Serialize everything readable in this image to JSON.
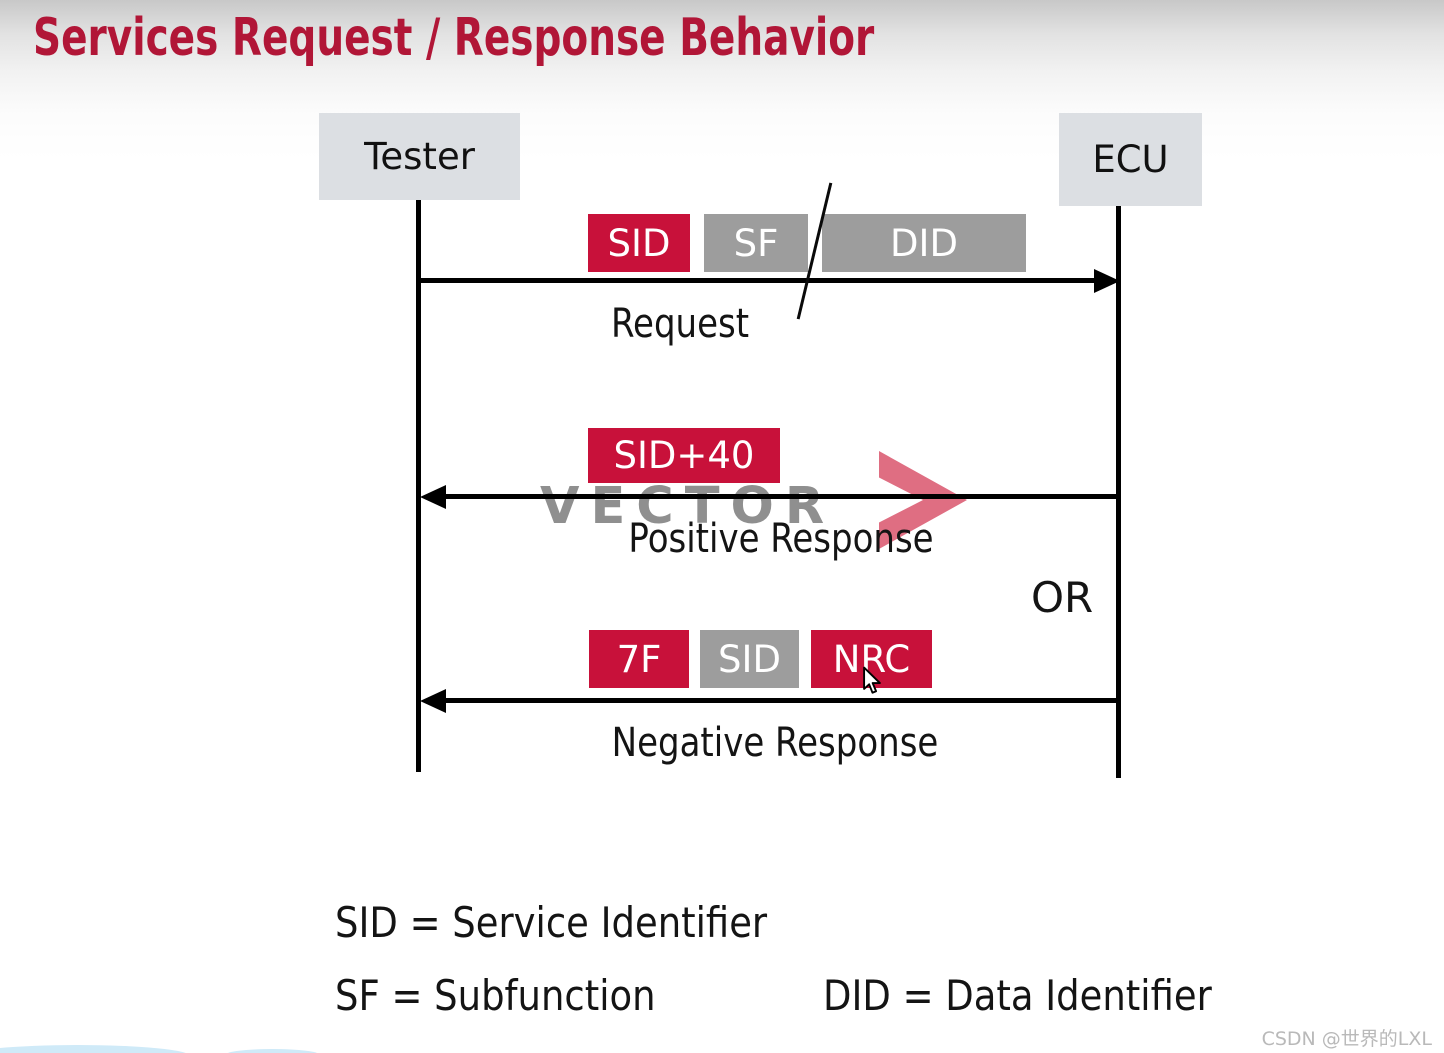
{
  "title": "Services Request / Response Behavior",
  "diagram": {
    "actors": {
      "tester": "Tester",
      "ecu": "ECU"
    },
    "request": {
      "fields": [
        {
          "label": "SID",
          "color": "#c8113a"
        },
        {
          "label": "SF",
          "color": "#9d9d9d"
        },
        {
          "label": "DID",
          "color": "#9d9d9d"
        }
      ],
      "caption": "Request"
    },
    "positive_response": {
      "fields": [
        {
          "label": "SID+40",
          "color": "#c8113a"
        }
      ],
      "caption": "Positive Response"
    },
    "or_label": "OR",
    "negative_response": {
      "fields": [
        {
          "label": "7F",
          "color": "#c8113a"
        },
        {
          "label": "SID",
          "color": "#9d9d9d"
        },
        {
          "label": "NRC",
          "color": "#c8113a"
        }
      ],
      "caption": "Negative Response"
    },
    "watermark_logo": {
      "text": "VECTOR",
      "chevron_icon": "vector-chevron",
      "text_color": "#8f8f8f",
      "chevron_color": "#df6e82"
    }
  },
  "legend": {
    "sid": "SID = Service Identifier",
    "sf": "SF = Subfunction",
    "did": "DID = Data Identifier"
  },
  "footer_watermark": "CSDN @世界的LXL",
  "colors": {
    "title_red": "#b11637",
    "field_red": "#c8113a",
    "field_gray": "#9d9d9d",
    "actor_box_gray": "#dcdfe3",
    "line_black": "#000000"
  }
}
